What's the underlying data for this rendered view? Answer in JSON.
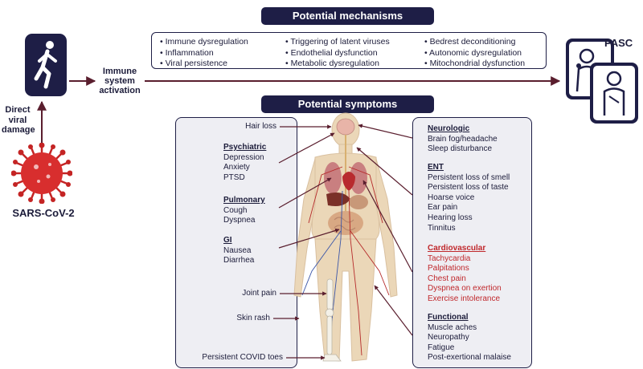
{
  "header": {
    "mechanisms_title": "Potential mechanisms",
    "symptoms_title": "Potential symptoms"
  },
  "mechanisms": {
    "col1": [
      "Immune dysregulation",
      "Inflammation",
      "Viral persistence"
    ],
    "col2": [
      "Triggering of latent viruses",
      "Endothelial dysfunction",
      "Metabolic dysregulation"
    ],
    "col3": [
      "Bedrest deconditioning",
      "Autonomic dysregulation",
      "Mitochondrial dysfunction"
    ]
  },
  "flow": {
    "immune_activation": [
      "Immune",
      "system",
      "activation"
    ],
    "direct_damage": [
      "Direct",
      "viral",
      "damage"
    ],
    "virus_label": "SARS-CoV-2",
    "outcome_label": "PASC"
  },
  "left_symptoms": {
    "hair_loss": "Hair loss",
    "psychiatric": {
      "title": "Psychiatric",
      "items": [
        "Depression",
        "Anxiety",
        "PTSD"
      ]
    },
    "pulmonary": {
      "title": "Pulmonary",
      "items": [
        "Cough",
        "Dyspnea"
      ]
    },
    "gi": {
      "title": "GI",
      "items": [
        "Nausea",
        "Diarrhea"
      ]
    },
    "joint_pain": "Joint pain",
    "skin_rash": "Skin rash",
    "covid_toes": "Persistent COVID toes"
  },
  "right_symptoms": {
    "neurologic": {
      "title": "Neurologic",
      "items": [
        "Brain fog/headache",
        "Sleep disturbance"
      ]
    },
    "ent": {
      "title": "ENT",
      "items": [
        "Persistent loss of smell",
        "Persistent loss of taste",
        "Hoarse voice",
        "Ear pain",
        "Hearing loss",
        "Tinnitus"
      ]
    },
    "cardio": {
      "title": "Cardiovascular",
      "items": [
        "Tachycardia",
        "Palpitations",
        "Chest pain",
        "Dyspnea on exertion",
        "Exercise intolerance"
      ]
    },
    "functional": {
      "title": "Functional",
      "items": [
        "Muscle aches",
        "Neuropathy",
        "Fatigue",
        "Post-exertional malaise"
      ]
    }
  },
  "colors": {
    "navy": "#1e1e46",
    "maroon": "#5a1e2e",
    "virus_red": "#d42a2a",
    "cardio_red": "#c0282c",
    "body_tan": "#ebd7b8"
  },
  "icons": [
    "running-person-icon",
    "coronavirus-icon",
    "sick-persons-icon",
    "human-anatomy-figure"
  ]
}
